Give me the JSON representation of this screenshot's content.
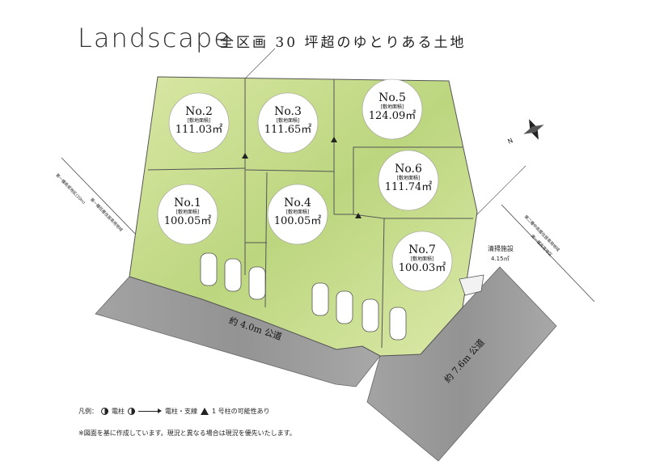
{
  "header": {
    "title": "Landscape",
    "subtitle": "全区画 30 坪超のゆとりある土地"
  },
  "lots": [
    {
      "no": "No.1",
      "sub": "[敷地面積]",
      "area": "100.05㎡"
    },
    {
      "no": "No.2",
      "sub": "[敷地面積]",
      "area": "111.03㎡"
    },
    {
      "no": "No.3",
      "sub": "[敷地面積]",
      "area": "111.65㎡"
    },
    {
      "no": "No.4",
      "sub": "[敷地面積]",
      "area": "100.05㎡"
    },
    {
      "no": "No.5",
      "sub": "[敷地面積]",
      "area": "124.09㎡"
    },
    {
      "no": "No.6",
      "sub": "[敷地面積]",
      "area": "111.74㎡"
    },
    {
      "no": "No.7",
      "sub": "[敷地面積]",
      "area": "100.03㎡"
    }
  ],
  "roads": {
    "road1": "約 4.0m 公道",
    "road2": "約 7.6m 公道"
  },
  "misc": {
    "cleaning_label": "清掃施設",
    "cleaning_area": "4.15㎡",
    "north": "N",
    "side_note_left_1": "第一種高度地区(20m)",
    "side_note_left_2": "第一種低層住居専用地域",
    "side_note_right_1": "第二種中高層住居専用地域",
    "side_note_right_2": "第一種高度地区"
  },
  "legend": {
    "label": "凡例：",
    "pole": "電柱",
    "pole_wire": "電柱・支線",
    "pillar": "1 号柱の可能性あり"
  },
  "note": "※図面を基に作成しています。現況と異なる場合は現況を優先いたします。",
  "colors": {
    "lot_green": "#c9dd8e",
    "lot_green_light": "#e2ecb0",
    "road_gray": "#9e9e9e",
    "circle_fill": "#ffffff"
  }
}
